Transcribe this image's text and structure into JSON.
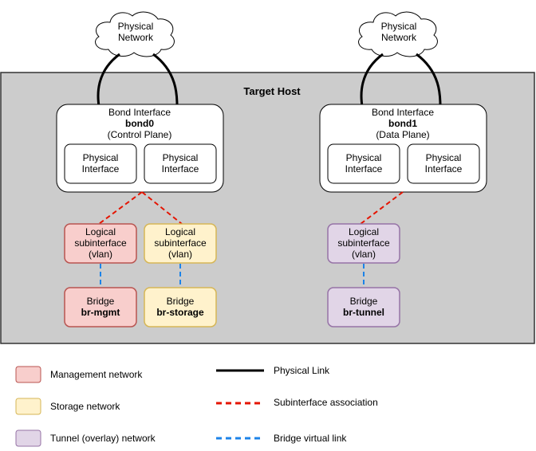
{
  "clouds": [
    {
      "line1": "Physical",
      "line2": "Network"
    },
    {
      "line1": "Physical",
      "line2": "Network"
    }
  ],
  "host": {
    "title": "Target Host"
  },
  "bonds": [
    {
      "title": "Bond Interface",
      "name": "bond0",
      "role": "(Control Plane)",
      "interfaces": [
        {
          "line1": "Physical",
          "line2": "Interface"
        },
        {
          "line1": "Physical",
          "line2": "Interface"
        }
      ]
    },
    {
      "title": "Bond Interface",
      "name": "bond1",
      "role": "(Data Plane)",
      "interfaces": [
        {
          "line1": "Physical",
          "line2": "Interface"
        },
        {
          "line1": "Physical",
          "line2": "Interface"
        }
      ]
    }
  ],
  "subinterfaces": [
    {
      "line1": "Logical",
      "line2": "subinterface",
      "line3": "(vlan)",
      "fill": "#f8cecc",
      "stroke": "#b85450"
    },
    {
      "line1": "Logical",
      "line2": "subinterface",
      "line3": "(vlan)",
      "fill": "#fff2cc",
      "stroke": "#d6b656"
    },
    {
      "line1": "Logical",
      "line2": "subinterface",
      "line3": "(vlan)",
      "fill": "#e1d5e7",
      "stroke": "#9673a6"
    }
  ],
  "bridges": [
    {
      "title": "Bridge",
      "name": "br-mgmt",
      "fill": "#f8cecc",
      "stroke": "#b85450"
    },
    {
      "title": "Bridge",
      "name": "br-storage",
      "fill": "#fff2cc",
      "stroke": "#d6b656"
    },
    {
      "title": "Bridge",
      "name": "br-tunnel",
      "fill": "#e1d5e7",
      "stroke": "#9673a6"
    }
  ],
  "legend": {
    "networks": [
      {
        "label": "Management network",
        "fill": "#f8cecc",
        "stroke": "#b85450"
      },
      {
        "label": "Storage network",
        "fill": "#fff2cc",
        "stroke": "#d6b656"
      },
      {
        "label": "Tunnel (overlay) network",
        "fill": "#e1d5e7",
        "stroke": "#9673a6"
      }
    ],
    "links": [
      {
        "label": "Physical Link",
        "color": "#000000"
      },
      {
        "label": "Subinterface association",
        "color": "#e51400"
      },
      {
        "label": "Bridge virtual link",
        "color": "#1c83e8"
      }
    ]
  },
  "colors": {
    "host_fill": "#cccccc",
    "host_stroke": "#333333",
    "physical_link": "#000000",
    "subinterface_link": "#e51400",
    "bridge_link": "#1c83e8"
  }
}
